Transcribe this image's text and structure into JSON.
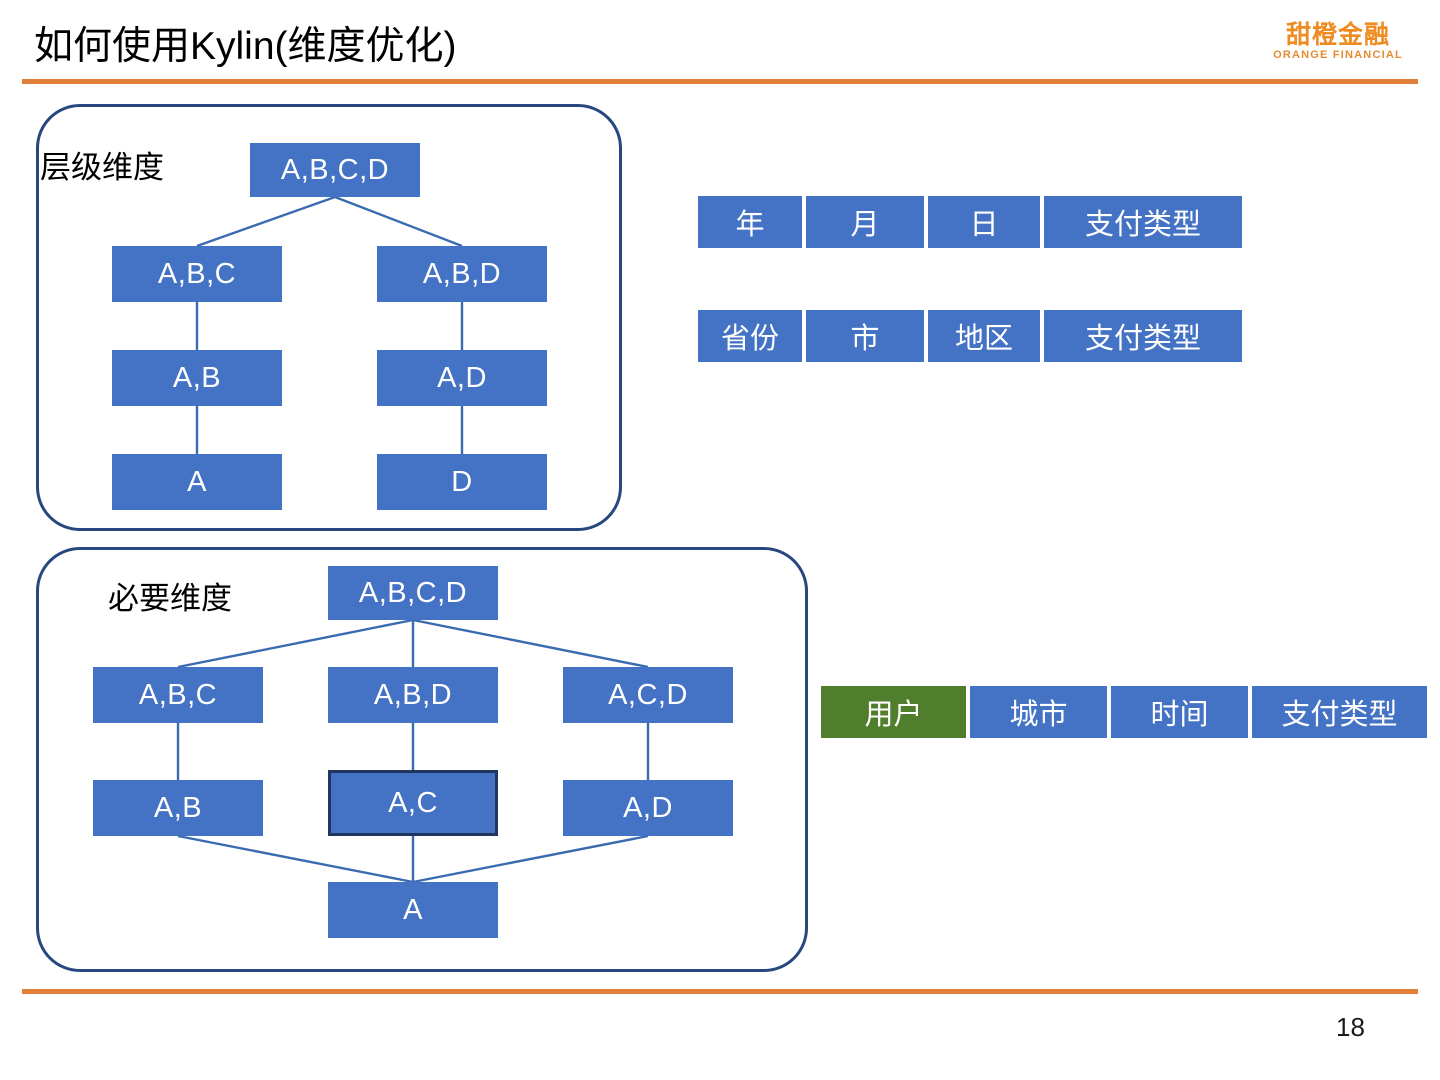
{
  "header": {
    "title": "如何使用Kylin(维度优化)",
    "logo_cn": "甜橙金融",
    "logo_en": "ORANGE FINANCIAL",
    "accent_color": "#E2803A"
  },
  "footer": {
    "page_number": "18"
  },
  "colors": {
    "node_blue": "#4472C4",
    "node_green": "#507E2C",
    "panel_border": "#27477F",
    "edge": "#3A6AB0",
    "highlight_border": "#21365F"
  },
  "panels": [
    {
      "id": "hierarchy",
      "label": "层级维度",
      "nodes": [
        {
          "id": "h-abcd",
          "text": "A,B,C,D"
        },
        {
          "id": "h-abc",
          "text": "A,B,C"
        },
        {
          "id": "h-abd",
          "text": "A,B,D"
        },
        {
          "id": "h-ab",
          "text": "A,B"
        },
        {
          "id": "h-ad",
          "text": "A,D"
        },
        {
          "id": "h-a",
          "text": "A"
        },
        {
          "id": "h-d",
          "text": "D"
        }
      ]
    },
    {
      "id": "mandatory",
      "label": "必要维度",
      "nodes": [
        {
          "id": "m-abcd",
          "text": "A,B,C,D"
        },
        {
          "id": "m-abc",
          "text": "A,B,C"
        },
        {
          "id": "m-abd",
          "text": "A,B,D"
        },
        {
          "id": "m-acd",
          "text": "A,C,D"
        },
        {
          "id": "m-ab",
          "text": "A,B"
        },
        {
          "id": "m-ac",
          "text": "A,C"
        },
        {
          "id": "m-ad",
          "text": "A,D"
        },
        {
          "id": "m-a",
          "text": "A"
        }
      ]
    }
  ],
  "dimension_tables": [
    {
      "id": "time-hierarchy",
      "cells": [
        {
          "text": "年",
          "style": "blue"
        },
        {
          "text": "月",
          "style": "blue"
        },
        {
          "text": "日",
          "style": "blue"
        },
        {
          "text": "支付类型",
          "style": "blue"
        }
      ]
    },
    {
      "id": "geo-hierarchy",
      "cells": [
        {
          "text": "省份",
          "style": "blue"
        },
        {
          "text": "市",
          "style": "blue"
        },
        {
          "text": "地区",
          "style": "blue"
        },
        {
          "text": "支付类型",
          "style": "blue"
        }
      ]
    },
    {
      "id": "mandatory-dimensions",
      "cells": [
        {
          "text": "用户",
          "style": "green"
        },
        {
          "text": "城市",
          "style": "blue"
        },
        {
          "text": "时间",
          "style": "blue"
        },
        {
          "text": "支付类型",
          "style": "blue"
        }
      ]
    }
  ]
}
